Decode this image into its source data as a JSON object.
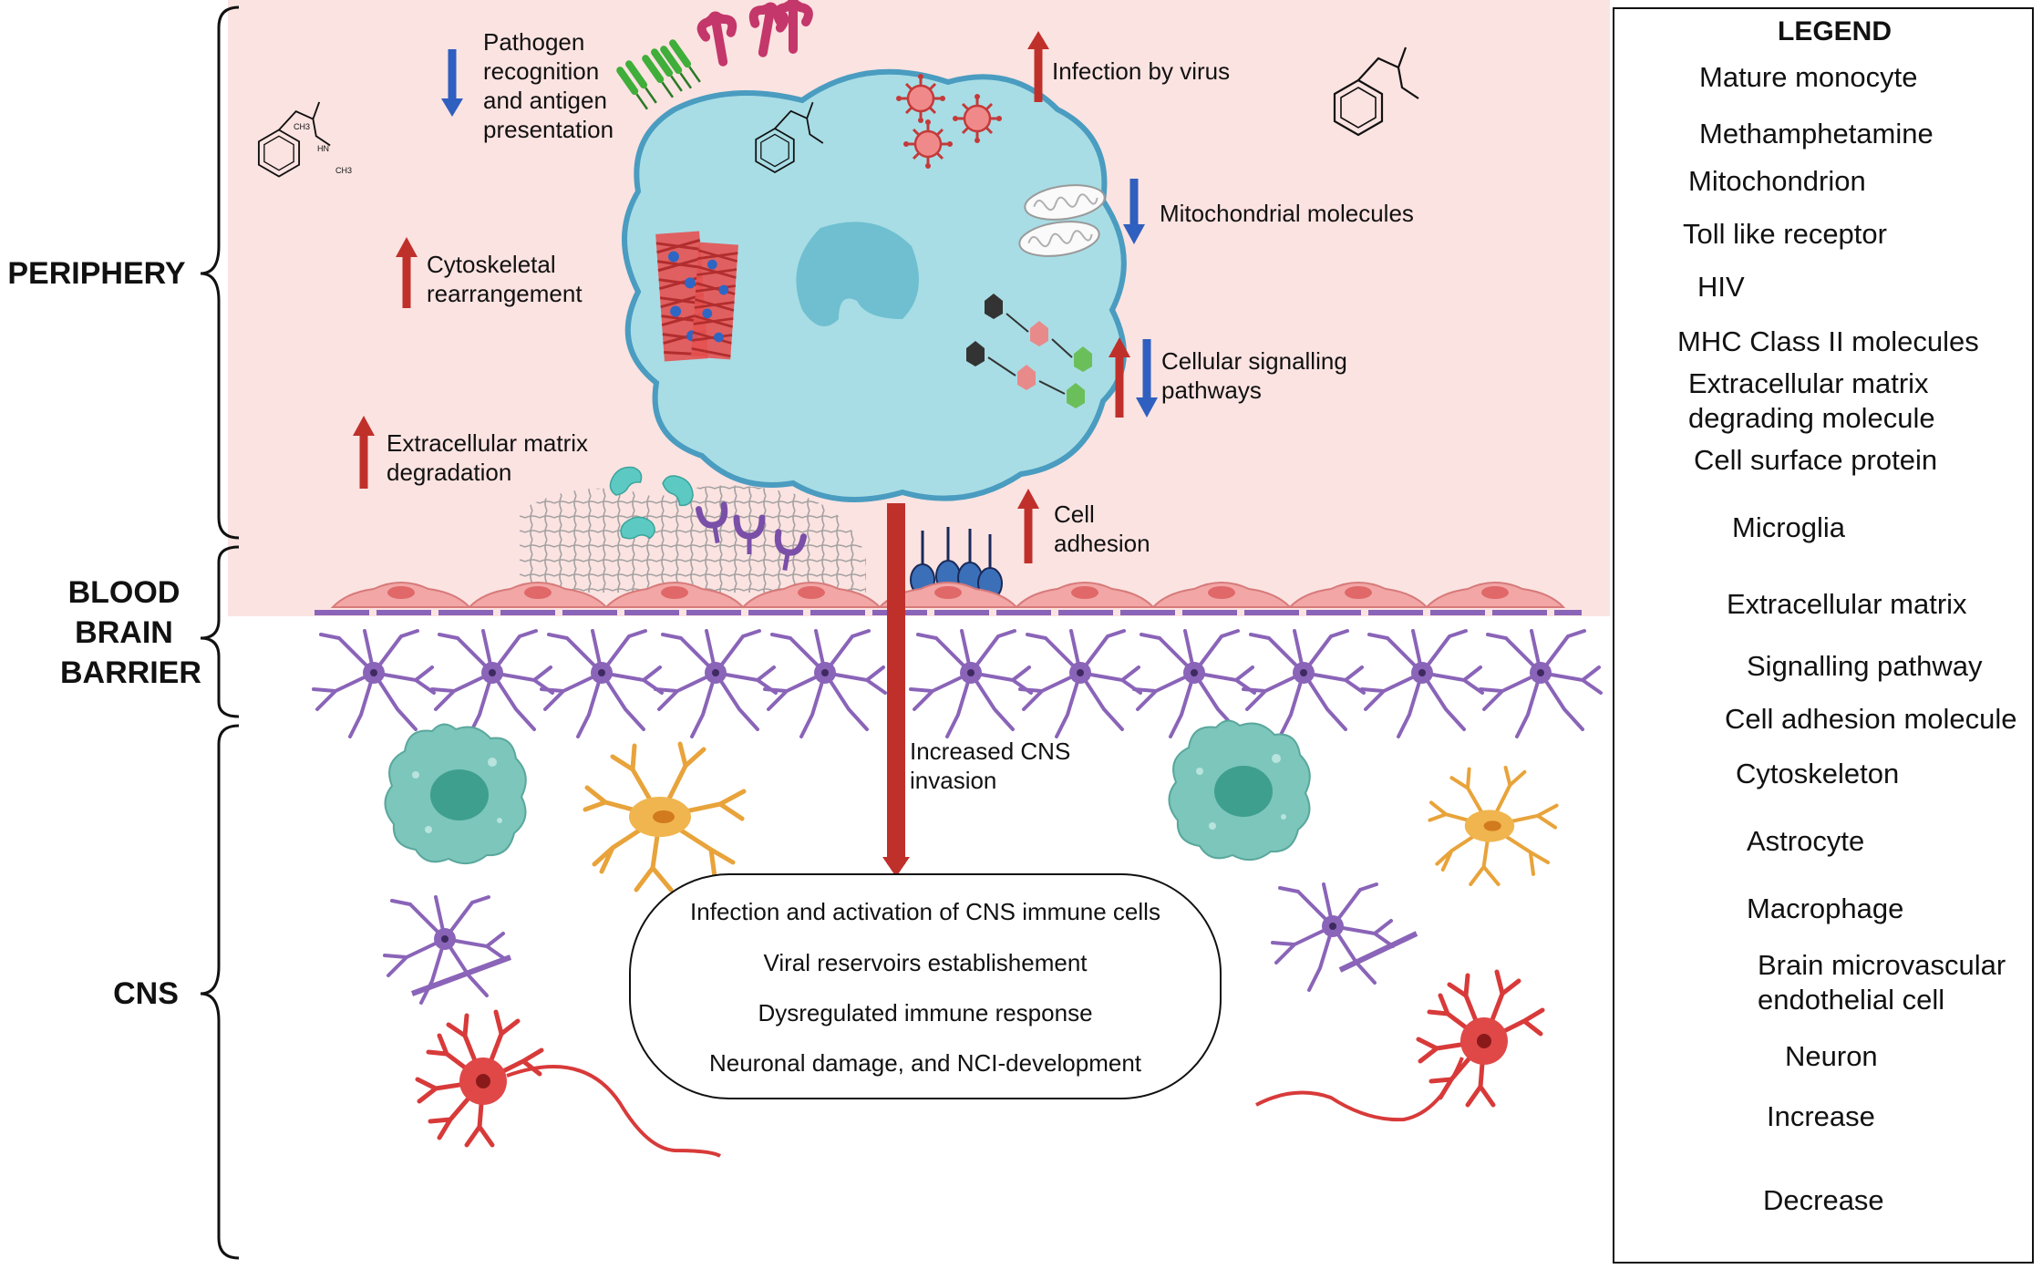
{
  "sections": {
    "periphery": "PERIPHERY",
    "bbb": [
      "BLOOD",
      "BRAIN",
      "BARRIER"
    ],
    "cns": "CNS"
  },
  "effects": {
    "pathogen": [
      "Pathogen",
      "recognition",
      "and antigen",
      "presentation"
    ],
    "infection_virus": "Infection by virus",
    "mitochondrial": "Mitochondrial molecules",
    "cytoskeletal": [
      "Cytoskeletal",
      "rearrangement"
    ],
    "signalling": [
      "Cellular signalling",
      "pathways"
    ],
    "ecm": [
      "Extracellular matrix",
      "degradation"
    ],
    "adhesion": [
      "Cell",
      "adhesion"
    ],
    "cns_invasion": [
      "Increased CNS",
      "invasion"
    ]
  },
  "outcomes": [
    "Infection and activation of CNS immune cells",
    "Viral reservoirs establishement",
    "Dysregulated immune response",
    "Neuronal damage, and NCI-development"
  ],
  "legend": {
    "title": "LEGEND",
    "items": [
      "Mature monocyte",
      "Methamphetamine",
      "Mitochondrion",
      "Toll like receptor",
      "HIV",
      "MHC Class II molecules",
      "Extracellular matrix",
      "degrading molecule",
      "Cell surface  protein",
      "Microglia",
      "Extracellular matrix",
      "Signalling pathway",
      "Cell adhesion molecule",
      "Cytoskeleton",
      "Astrocyte",
      "Macrophage",
      "Brain microvascular",
      "endothelial cell",
      "Neuron",
      "Increase",
      "Decrease"
    ]
  },
  "molecule_labels": {
    "ch3": "CH3",
    "hn": "HN",
    "ch3b": "CH3"
  },
  "colors": {
    "periphery_bg": "#fbe3e1",
    "increase": "#c0302b",
    "decrease": "#2f5fbf",
    "monocyte": "#a8dde5",
    "monocyte_edge": "#4a9cc0",
    "astrocyte": "#8a64b8",
    "microglia": "#e8a33a",
    "macrophage": "#7cc6bc",
    "neuron": "#d83a3a",
    "endothelial": "#f2a6a6"
  }
}
